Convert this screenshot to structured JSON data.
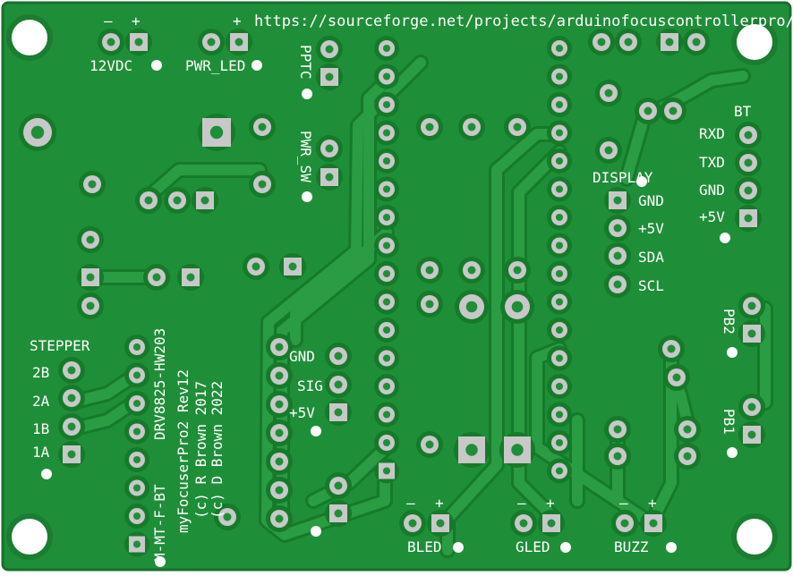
{
  "colors": {
    "board_fill": "#1f8e39",
    "board_edge": "#17702c",
    "trace": "#2a9c43",
    "trace_edge": "#157a2a",
    "pad": "#c8c8c8",
    "hole": "#ffffff",
    "silkscreen": "#ffffff",
    "mount_ring": "#1b7d31"
  },
  "labels": {
    "url": "https://sourceforge.net/projects/arduinofocuscontrollerpro/",
    "power_minus": "–",
    "power_plus": "+",
    "vdc": "12VDC",
    "pwr_led_plus": "+",
    "pwr_led": "PWR_LED",
    "pptc": "PPTC",
    "pwr_sw": "PWR_SW",
    "display": "DISPLAY",
    "disp_gnd": "GND",
    "disp_5v": "+5V",
    "disp_sda": "SDA",
    "disp_scl": "SCL",
    "bt": "BT",
    "bt_rxd": "RXD",
    "bt_txd": "TXD",
    "bt_gnd": "GND",
    "bt_5v": "+5V",
    "pb2": "PB2",
    "pb1": "PB1",
    "stepper": "STEPPER",
    "s2b": "2B",
    "s2a": "2A",
    "s1b": "1B",
    "s1a": "1A",
    "board_id": "DRV8825-HW203",
    "board_name": "myFocuserPro2 Rev12",
    "credit1": "(c) R Brown 2017",
    "credit2": "(c) D Brown 2022",
    "model": "M-MT-F-BT",
    "gnd": "GND",
    "sig": "SIG",
    "p5v": "+5V",
    "bled": "BLED",
    "gled": "GLED",
    "buzz": "BUZZ",
    "minus": "–",
    "plus": "+"
  }
}
